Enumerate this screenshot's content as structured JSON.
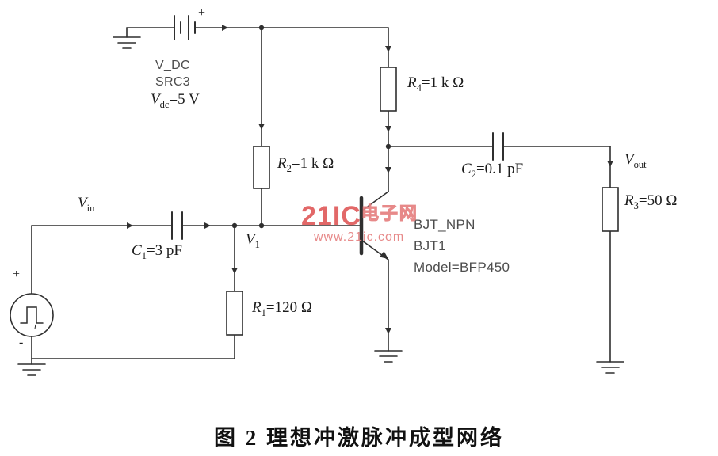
{
  "figure": {
    "caption": "图 2  理想冲激脉冲成型网络"
  },
  "watermark": {
    "brand": "21IC",
    "brand_suffix": "电子网",
    "url": "www.21ic.com"
  },
  "dc_source": {
    "line1": "V_DC",
    "line2": "SRC3",
    "value_sym": "V",
    "value_sub": "dc",
    "value_rest": "=5 V"
  },
  "battery": {
    "plus": "+"
  },
  "bjt": {
    "line1": "BJT_NPN",
    "line2": "BJT1",
    "line3": "Model=BFP450"
  },
  "pulse_source": {
    "plus": "+",
    "minus": "-",
    "time": "t"
  },
  "labels": {
    "vin": {
      "sym": "V",
      "sub": "in",
      "rest": ""
    },
    "v1": {
      "sym": "V",
      "sub": "1",
      "rest": ""
    },
    "vout": {
      "sym": "V",
      "sub": "out",
      "rest": ""
    },
    "c1": {
      "sym": "C",
      "sub": "1",
      "rest": "=3 pF"
    },
    "c2": {
      "sym": "C",
      "sub": "2",
      "rest": "=0.1 pF"
    },
    "r1": {
      "sym": "R",
      "sub": "1",
      "rest": "=120  Ω"
    },
    "r2": {
      "sym": "R",
      "sub": "2",
      "rest": "=1 k Ω"
    },
    "r3": {
      "sym": "R",
      "sub": "3",
      "rest": "=50  Ω"
    },
    "r4": {
      "sym": "R",
      "sub": "4",
      "rest": "=1 k Ω"
    }
  }
}
